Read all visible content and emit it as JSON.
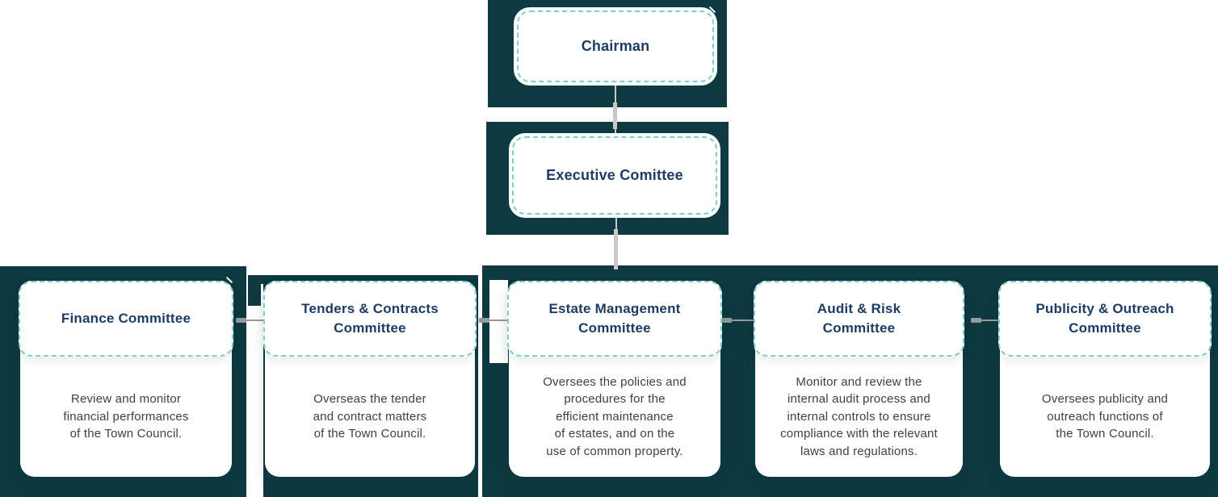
{
  "chairman": {
    "label": "Chairman"
  },
  "executive": {
    "label": "Executive Comittee"
  },
  "committees": [
    {
      "title": "Finance Committee",
      "description": "Review and monitor\nfinancial performances\nof the Town Council."
    },
    {
      "title": "Tenders & Contracts\nCommittee",
      "description": "Overseas the tender\nand contract matters\nof the Town Council."
    },
    {
      "title": "Estate Management\nCommittee",
      "description": "Oversees the policies and\nprocedures for the\nefficient maintenance\nof estates, and on the\nuse of common property."
    },
    {
      "title": "Audit & Risk\nCommittee",
      "description": "Monitor and review the\ninternal audit process and\ninternal controls to ensure\ncompliance with the relevant\nlaws and regulations."
    },
    {
      "title": "Publicity & Outreach\nCommittee",
      "description": "Oversees publicity and\noutreach functions of\nthe Town Council."
    }
  ],
  "colors": {
    "panel_bg": "#0d3a40",
    "dash_border": "#7bd0c8",
    "title_text": "#1d3c63",
    "description_text": "#3f3f3f",
    "connector_vertical": "#c8c8c8",
    "connector_horizontal": "#9a9a9a",
    "card_bg": "#ffffff"
  }
}
